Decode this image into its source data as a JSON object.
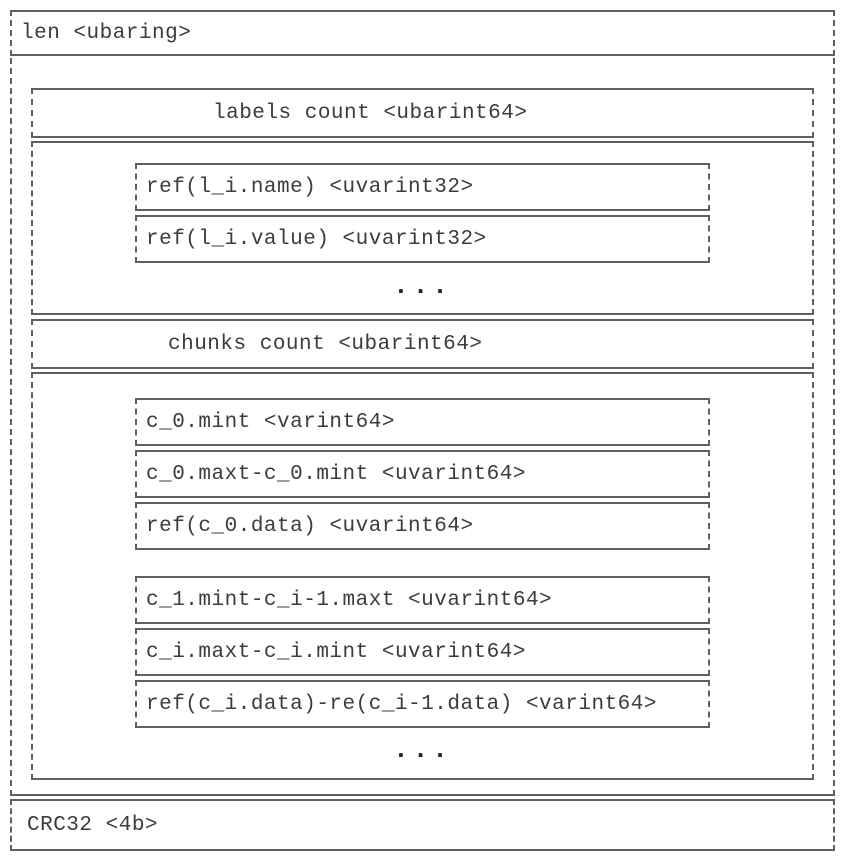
{
  "diagram": {
    "title_semantic": "binary series entry format layout",
    "len_label": "len <ubaring>",
    "labels_count_label": "labels count <ubarint64>",
    "label_ref_fields": [
      "ref(l_i.name) <uvarint32>",
      "ref(l_i.value) <uvarint32>"
    ],
    "labels_ellipsis": "...",
    "chunks_count_label": "chunks count <ubarint64>",
    "first_chunk_fields": [
      "c_0.mint <varint64>",
      "c_0.maxt-c_0.mint <uvarint64>",
      "ref(c_0.data) <uvarint64>"
    ],
    "subsequent_chunk_fields": [
      "c_1.mint-c_i-1.maxt <uvarint64>",
      "c_i.maxt-c_i.mint <uvarint64>",
      "ref(c_i.data)-re(c_i-1.data) <varint64>"
    ],
    "chunks_ellipsis": "...",
    "crc_label": "CRC32 <4b>",
    "colors": {
      "border": "#5f5f5f",
      "text": "#3c3c3c",
      "background": "#ffffff"
    }
  }
}
